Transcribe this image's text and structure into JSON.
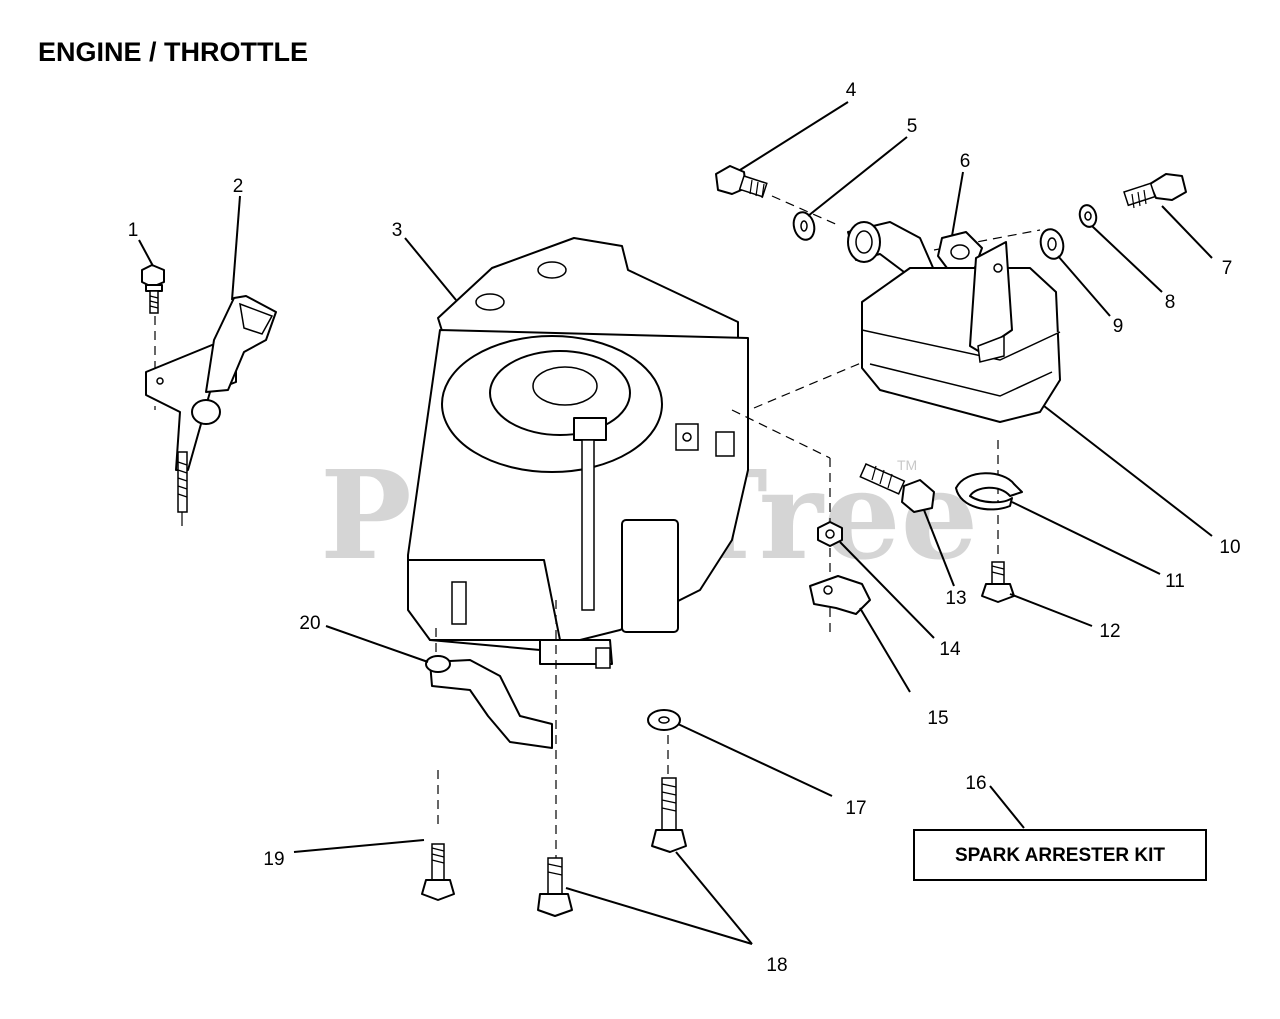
{
  "title": "ENGINE / THROTTLE",
  "watermark": "PartsTree",
  "watermark_tm": "TM",
  "kit_box": {
    "label": "SPARK ARRESTER KIT"
  },
  "callouts": [
    {
      "id": "1",
      "label": "1"
    },
    {
      "id": "2",
      "label": "2"
    },
    {
      "id": "3",
      "label": "3"
    },
    {
      "id": "4",
      "label": "4"
    },
    {
      "id": "5",
      "label": "5"
    },
    {
      "id": "6",
      "label": "6"
    },
    {
      "id": "7",
      "label": "7"
    },
    {
      "id": "8",
      "label": "8"
    },
    {
      "id": "9",
      "label": "9"
    },
    {
      "id": "10",
      "label": "10"
    },
    {
      "id": "11",
      "label": "11"
    },
    {
      "id": "12",
      "label": "12"
    },
    {
      "id": "13",
      "label": "13"
    },
    {
      "id": "14",
      "label": "14"
    },
    {
      "id": "15",
      "label": "15"
    },
    {
      "id": "16",
      "label": "16"
    },
    {
      "id": "17",
      "label": "17"
    },
    {
      "id": "18",
      "label": "18"
    },
    {
      "id": "19",
      "label": "19"
    },
    {
      "id": "20",
      "label": "20"
    }
  ]
}
